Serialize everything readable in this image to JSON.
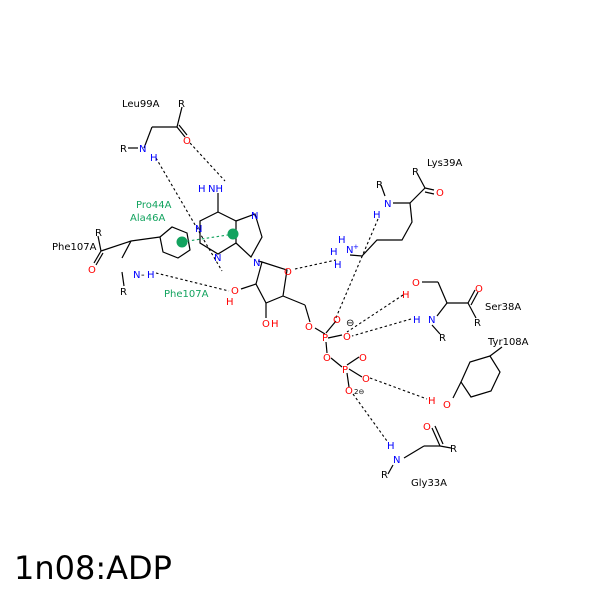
{
  "caption": "1n08:ADP",
  "colors": {
    "carbon": "#000000",
    "nitrogen": "#0000ff",
    "oxygen": "#ff0000",
    "interaction": "#13a35f"
  },
  "residues": {
    "leu99a": "Leu99A",
    "lys39a": "Lys39A",
    "pro44a": "Pro44A",
    "ala46a": "Ala46A",
    "phe107a_side": "Phe107A",
    "phe107a_hb": "Phe107A",
    "ser38a": "Ser38A",
    "tyr108a": "Tyr108A",
    "gly33a": "Gly33A"
  },
  "atoms": {
    "R": "R",
    "N": "N",
    "H": "H",
    "O": "O",
    "P": "P",
    "NH": "NH",
    "plus": "+",
    "minus": "⊖",
    "charge2": "2⊖"
  }
}
